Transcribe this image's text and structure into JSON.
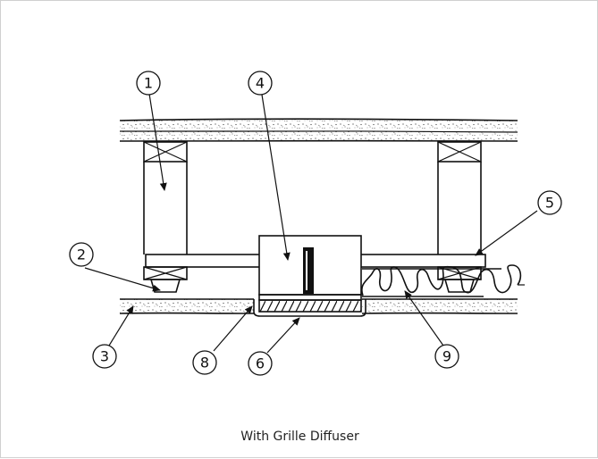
{
  "caption": "With Grille Diffuser",
  "callouts": [
    {
      "id": "1",
      "label": "1"
    },
    {
      "id": "2",
      "label": "2"
    },
    {
      "id": "3",
      "label": "3"
    },
    {
      "id": "4",
      "label": "4"
    },
    {
      "id": "5",
      "label": "5"
    },
    {
      "id": "6",
      "label": "6"
    },
    {
      "id": "8",
      "label": "8"
    },
    {
      "id": "9",
      "label": "9"
    }
  ],
  "colors": {
    "line": "#111111",
    "background": "#ffffff",
    "border": "#d0d0d0"
  }
}
